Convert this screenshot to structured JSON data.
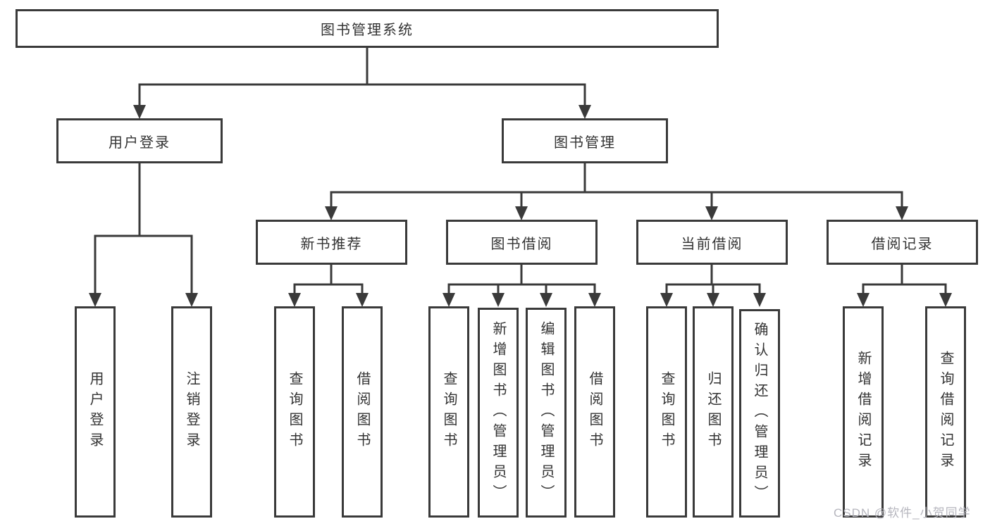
{
  "diagram": {
    "title": "图书管理系统",
    "branches": [
      {
        "label": "用户登录",
        "children": [
          {
            "label": "用户登录"
          },
          {
            "label": "注销登录"
          }
        ]
      },
      {
        "label": "图书管理",
        "children": [
          {
            "label": "新书推荐",
            "children": [
              {
                "label": "查询图书"
              },
              {
                "label": "借阅图书"
              }
            ]
          },
          {
            "label": "图书借阅",
            "children": [
              {
                "label": "查询图书"
              },
              {
                "label": "新增图书（管理员）"
              },
              {
                "label": "编辑图书（管理员）"
              },
              {
                "label": "借阅图书"
              }
            ]
          },
          {
            "label": "当前借阅",
            "children": [
              {
                "label": "查询图书"
              },
              {
                "label": "归还图书"
              },
              {
                "label": "确认归还（管理员）"
              }
            ]
          },
          {
            "label": "借阅记录",
            "children": [
              {
                "label": "新增借阅记录"
              },
              {
                "label": "查询借阅记录"
              }
            ]
          }
        ]
      }
    ]
  },
  "watermark": {
    "text": "CSDN @软件_小贺同学"
  },
  "colors": {
    "line": "#3a3a3a",
    "text": "#333333",
    "background": "#ffffff",
    "watermark": "#b2b2ba"
  }
}
